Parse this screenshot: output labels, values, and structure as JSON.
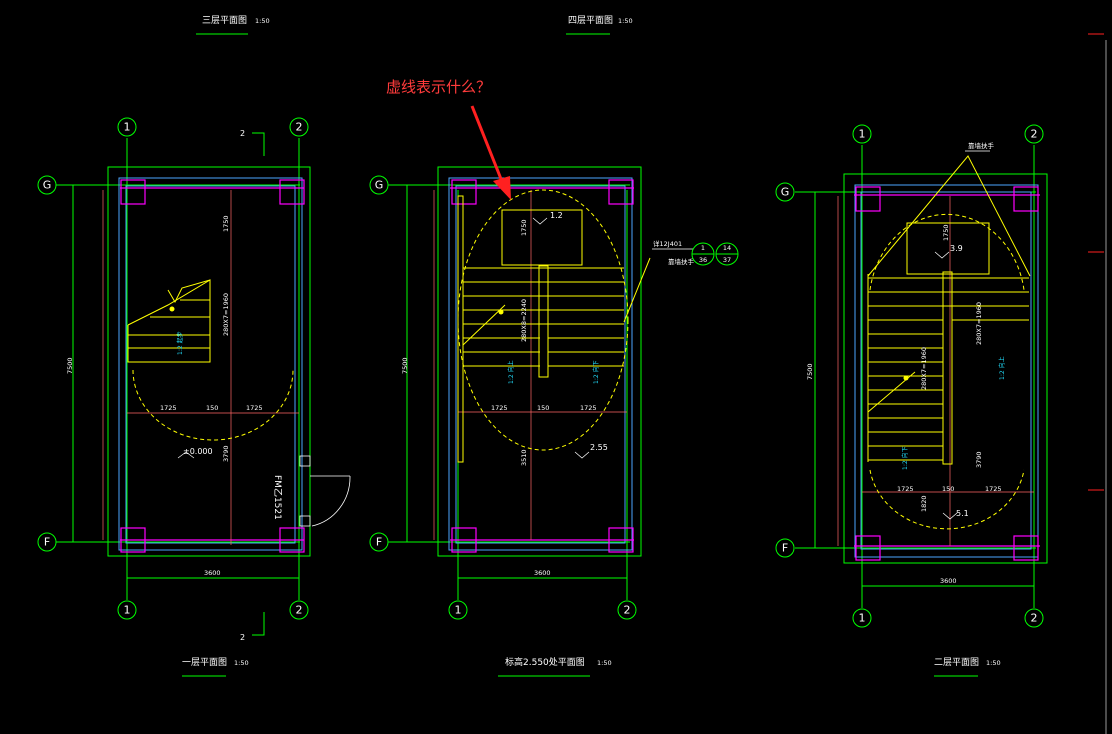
{
  "annotation": {
    "text": "虚线表示什么？",
    "color": "#ff3b3b"
  },
  "colors": {
    "background": "#000000",
    "axis": "#00ff00",
    "wall": "#4da6ff",
    "column": "#ff00ff",
    "stair": "#ffff00",
    "dim": "#ff6666",
    "text": "#ffffff",
    "cyan": "#22e0ff",
    "pointer": "#ff2020"
  },
  "top_titles": [
    {
      "name": "三层平面图",
      "scale": "1:50"
    },
    {
      "name": "四层平面图",
      "scale": "1:50"
    }
  ],
  "plans": [
    {
      "title": "一层平面图",
      "scale": "1:50",
      "axes": {
        "top": [
          "1",
          "2"
        ],
        "bottom": [
          "1",
          "2"
        ],
        "left": [
          "G",
          "F"
        ]
      },
      "section_marks": [
        "2",
        "2"
      ],
      "overall_width": "3600",
      "overall_depth": "7500",
      "dims_h": [
        "1725",
        "150",
        "1725"
      ],
      "dims_v": [
        "1750",
        "280X7=1960",
        "3790"
      ],
      "level": "±0.000",
      "door": "FM乙1521",
      "stair_note": "1:2 起步"
    },
    {
      "title": "标高2.550处平面图",
      "scale": "1:50",
      "axes": {
        "top": [],
        "bottom": [
          "1",
          "2"
        ],
        "left": [
          "G",
          "F"
        ]
      },
      "overall_width": "3600",
      "overall_depth": "7500",
      "dims_h": [
        "1725",
        "150",
        "1725"
      ],
      "dims_v": [
        "1750",
        "280X8=2240",
        "3510"
      ],
      "levels": [
        "1.2",
        "2.55"
      ],
      "detail_ref": {
        "code": "详12J401",
        "left_top": "1",
        "left_bottom": "36",
        "right_top": "14",
        "right_bottom": "37",
        "note": "靠墙扶手"
      },
      "stair_notes": [
        "1:2 向上",
        "1:2 向下"
      ]
    },
    {
      "title": "二层平面图",
      "scale": "1:50",
      "axes": {
        "top": [
          "1",
          "2"
        ],
        "bottom": [
          "1",
          "2"
        ],
        "left": [
          "G",
          "F"
        ]
      },
      "overall_width": "3600",
      "overall_depth": "7500",
      "dims_h": [
        "1725",
        "150",
        "1725"
      ],
      "dims_v": [
        "1750",
        "280X7=1960",
        "3790",
        "280X7=1960",
        "1820"
      ],
      "levels": [
        "3.9",
        "5.1"
      ],
      "handrail_note": "靠墙扶手",
      "stair_notes": [
        "1:2 向上",
        "1:2 向下"
      ]
    }
  ]
}
